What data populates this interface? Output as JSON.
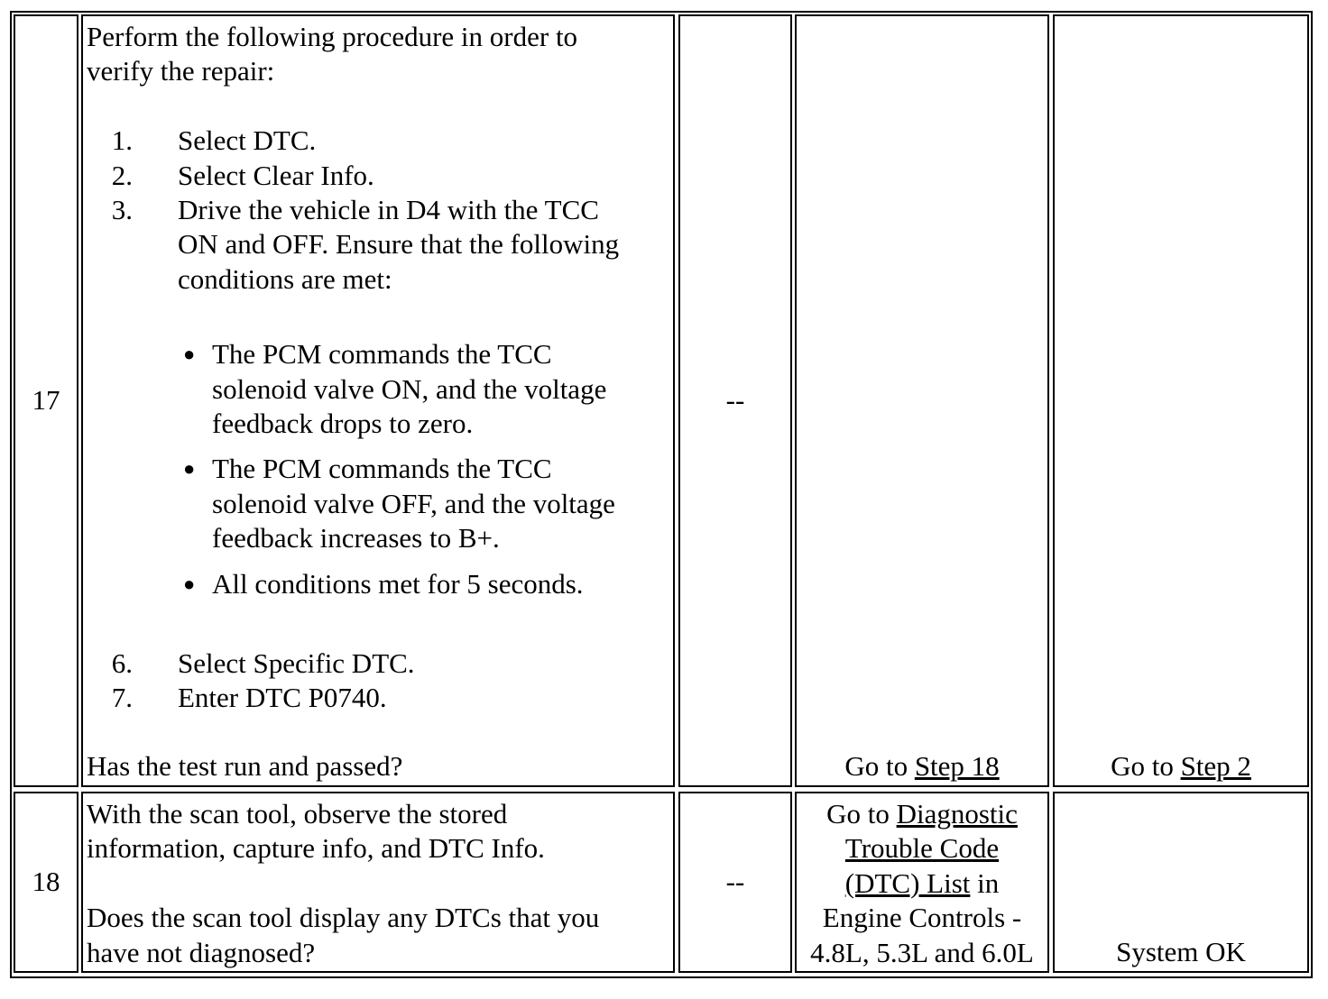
{
  "rows": [
    {
      "step": "17",
      "action": {
        "intro": [
          "Perform the following procedure in order to",
          "verify the repair:"
        ],
        "steps_a": [
          {
            "num": "1.",
            "lines": [
              "Select DTC."
            ]
          },
          {
            "num": "2.",
            "lines": [
              "Select Clear Info."
            ]
          },
          {
            "num": "3.",
            "lines": [
              "Drive the vehicle in D4 with the TCC",
              "ON and OFF. Ensure that the following",
              "conditions are met:"
            ]
          }
        ],
        "bullets": [
          {
            "lines": [
              "The PCM commands the TCC",
              "solenoid valve ON, and the voltage",
              "feedback drops to zero."
            ]
          },
          {
            "lines": [
              "The PCM commands the TCC",
              "solenoid valve OFF, and the voltage",
              "feedback increases to B+."
            ]
          },
          {
            "lines": [
              "All conditions met for 5 seconds."
            ]
          }
        ],
        "steps_b": [
          {
            "num": "6.",
            "lines": [
              "Select Specific DTC."
            ]
          },
          {
            "num": "7.",
            "lines": [
              "Enter DTC P0740."
            ]
          }
        ],
        "question": "Has the test run and passed?"
      },
      "value": "--",
      "yes": {
        "prefix": "Go to ",
        "link": "Step 18"
      },
      "no": {
        "prefix": "Go to ",
        "link": "Step 2"
      }
    },
    {
      "step": "18",
      "action": {
        "text": [
          "With the scan tool, observe the stored",
          "information, capture info, and DTC Info."
        ],
        "question": [
          "Does the scan tool display any DTCs that you",
          "have not diagnosed?"
        ]
      },
      "value": "--",
      "yes": {
        "prefix": "Go to ",
        "link_lines": [
          "Diagnostic",
          "Trouble Code",
          "(DTC) List"
        ],
        "suffix": " in",
        "tail_lines": [
          "Engine Controls -",
          "4.8L, 5.3L and 6.0L"
        ]
      },
      "no": "System OK"
    }
  ]
}
